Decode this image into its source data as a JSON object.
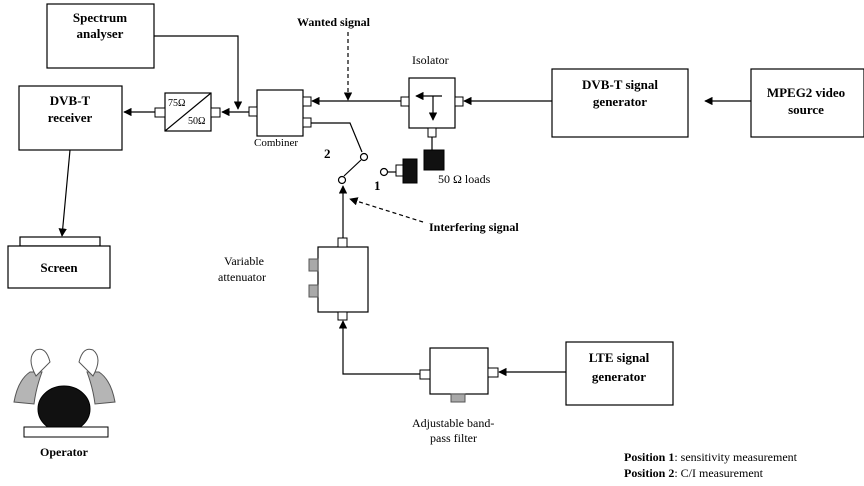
{
  "blocks": {
    "spectrum_analyser": [
      "Spectrum",
      "analyser"
    ],
    "dvbt_receiver": [
      "DVB-T",
      "receiver"
    ],
    "screen": "Screen",
    "dvbt_generator": [
      "DVB-T signal",
      "generator"
    ],
    "mpeg2_source": [
      "MPEG2 video",
      "source"
    ],
    "lte_generator": [
      "LTE signal",
      "generator"
    ],
    "isolator": "Isolator",
    "combiner": "Combiner",
    "variable_attenuator": [
      "Variable",
      "attenuator"
    ],
    "bandpass_filter": [
      "Adjustable band-",
      "pass filter"
    ],
    "operator": "Operator"
  },
  "impedance_converter": {
    "in": "75Ω",
    "out": "50Ω"
  },
  "labels": {
    "wanted_signal": "Wanted signal",
    "interfering_signal": "Interfering signal",
    "loads": "50 Ω loads",
    "switch_pos_1": "1",
    "switch_pos_2": "2"
  },
  "legend": [
    {
      "key": "Position 1",
      "text": ": sensitivity measurement"
    },
    {
      "key": "Position 2",
      "text": ": C/I measurement"
    }
  ],
  "icons": {
    "arrowhead": "filled-triangle-arrow",
    "operator": "person-top-view-icon"
  },
  "colors": {
    "stroke": "#000000",
    "connector_fill": "#a9a9a9",
    "load_fill": "#111111"
  }
}
